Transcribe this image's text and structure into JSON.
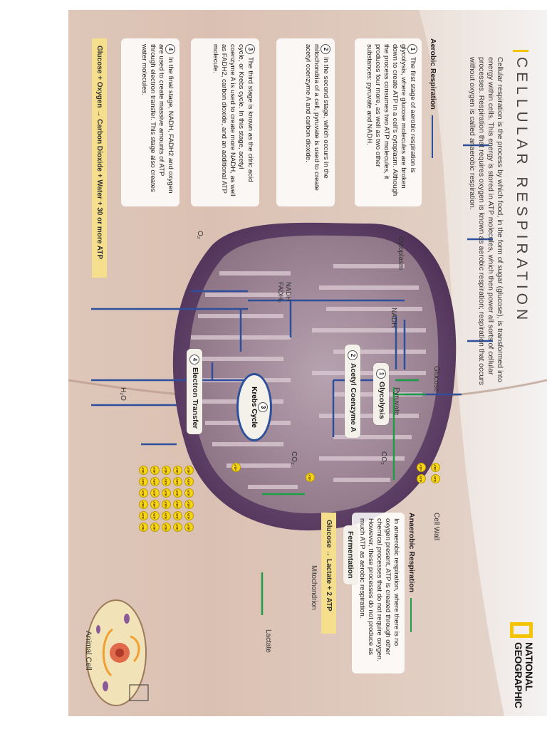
{
  "title": "CELLULAR RESPIRATION",
  "intro": "Cellular respiration is the process by which food, in the form of sugar (glucose), is transformed into energy within cells. This energy is stored in ATP molecules, which then power all sorts of cellular processes. Respiration that requires oxygen is known as aerobic respiration; respiration that occurs without oxygen is called anaerobic respiration.",
  "aerobic": {
    "heading": "Aerobic Respiration",
    "steps": [
      {
        "n": "1",
        "text": "The first stage of aerobic respiration is glycolysis, where glucose molecules are broken down to create ATP in a cell's cytoplasm. Although the process consumes two ATP molecules, it produces four more, as well as two other substances: pyruvate and NADH."
      },
      {
        "n": "2",
        "text": "In the second stage, which occurs in the mitochondria of a cell, pyruvate is used to create acetyl coenzyme A and carbon dioxide."
      },
      {
        "n": "3",
        "text": "The third stage is known as the citric acid cycle, or Krebs cycle. In this stage, acetyl coenzyme A is used to create more NADH, as well as FADH2, carbon dioxide, and an additional ATP molecule."
      },
      {
        "n": "4",
        "text": "In the final stage, NADH, FADH2 and oxygen are used to create massive amounts of ATP through electron transfer. This stage also creates water molecules."
      }
    ],
    "equation": "Glucose + Oxygen → Carbon Dioxide + Water + 30 or more ATP"
  },
  "anaerobic": {
    "heading": "Anaerobic Respiration",
    "text": "In anaerobic respiration, where there is no oxygen present, ATP is created through other chemical processes that do not require oxygen. However, these processes do not produce as much ATP as aerobic respiration.",
    "equation": "Glucose → Lactate + 2 ATP"
  },
  "diagram": {
    "cytoplasm": "Cytoplasm",
    "glucose": "Glucose",
    "cell_wall": "Cell Wall",
    "nadh": "NADH",
    "nadh_fadh": "NADH FADH₂",
    "pyruvate": "Pyruvate",
    "co2": "CO₂",
    "o2": "O₂",
    "h2o": "H₂O",
    "lactate": "Lactate",
    "mitochondrion": "Mitochondrion",
    "animal_cell": "Animal Cell",
    "atp": "ATP",
    "nodes": {
      "glycolysis": {
        "n": "1",
        "label": "Glycolysis"
      },
      "acetyl": {
        "n": "2",
        "label": "Acetyl Coenzyme A"
      },
      "krebs": {
        "n": "3",
        "label": "Krebs Cycle"
      },
      "electron": {
        "n": "4",
        "label": "Electron Transfer"
      },
      "fermentation": {
        "label": "Fermentation"
      }
    }
  },
  "brand": {
    "line1": "NATIONAL",
    "line2": "GEOGRAPHIC"
  },
  "colors": {
    "arrow_blue": "#2e4f9c",
    "arrow_green": "#1f9e48",
    "atp_yellow": "#f7d417",
    "mito_purple": "#6b4a73",
    "accent_yellow": "#f5c400"
  }
}
